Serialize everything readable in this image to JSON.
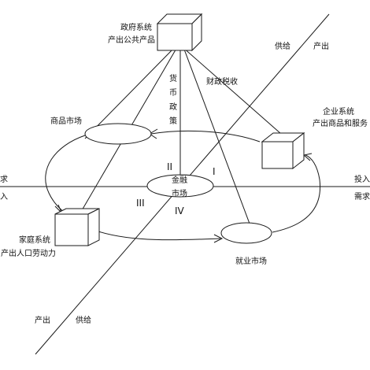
{
  "government": {
    "line1": "政府系统",
    "line2": "产出公共产品"
  },
  "enterprise": {
    "line1": "企业系统",
    "line2": "产出商品和服务"
  },
  "household": {
    "line1": "家庭系统",
    "line2": "产出人口劳动力"
  },
  "markets": {
    "goods": "商品市场",
    "finance_line1": "金融",
    "finance_line2": "市场",
    "employment": "就业市场"
  },
  "policy": {
    "monetary_chars": [
      "货",
      "币",
      "政",
      "策"
    ],
    "fiscal": "财政税收"
  },
  "diagonal": {
    "top_supply": "供给",
    "top_output": "产出",
    "bottom_output": "产出",
    "bottom_supply": "供给"
  },
  "axis": {
    "right_top": "投入",
    "right_bottom": "需求",
    "left_top": "求",
    "left_bottom": "入"
  },
  "quadrants": {
    "I": "I",
    "II": "II",
    "III": "III",
    "IV": "IV"
  }
}
